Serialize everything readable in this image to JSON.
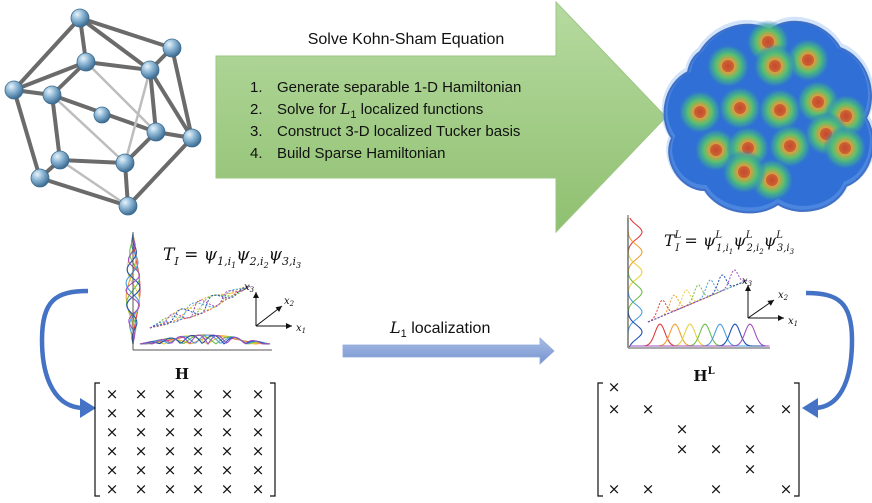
{
  "header": {
    "title": "Solve Kohn-Sham Equation"
  },
  "steps": [
    {
      "num": "1.",
      "text": "Generate separable 1-D Hamiltonian"
    },
    {
      "num": "2.",
      "pre": "Solve for ",
      "math": "L",
      "sub": "1",
      "post": " localized functions"
    },
    {
      "num": "3.",
      "text": "Construct 3-D localized Tucker basis"
    },
    {
      "num": "4.",
      "text": "Build Sparse Hamiltonian"
    }
  ],
  "left_panel": {
    "formula": "T_I = ψ_{1,i_1} ψ_{2,i_2} ψ_{3,i_3}",
    "axes": [
      "x3",
      "x2",
      "x1"
    ],
    "matrix_label": "H",
    "matrix_symbol": "×"
  },
  "right_panel": {
    "formula": "T_I^L = ψ^L_{1,i_1} ψ^L_{2,i_2} ψ^L_{3,i_3}",
    "axes": [
      "x3",
      "x2",
      "x1"
    ],
    "matrix_label": "H",
    "matrix_label_sup": "L",
    "matrix_symbol": "×"
  },
  "middle_arrow": {
    "math": "L",
    "sub": "1",
    "text": " localization"
  },
  "colors": {
    "big_arrow_fill": "#a9d18e",
    "small_arrow_fill": "#8fa9dc",
    "curved_arrow": "#4472c4",
    "curve_colors": [
      "#e03b3b",
      "#f0a030",
      "#e8d040",
      "#6cc04a",
      "#4a9fe0",
      "#2050b0",
      "#a050c0"
    ]
  }
}
